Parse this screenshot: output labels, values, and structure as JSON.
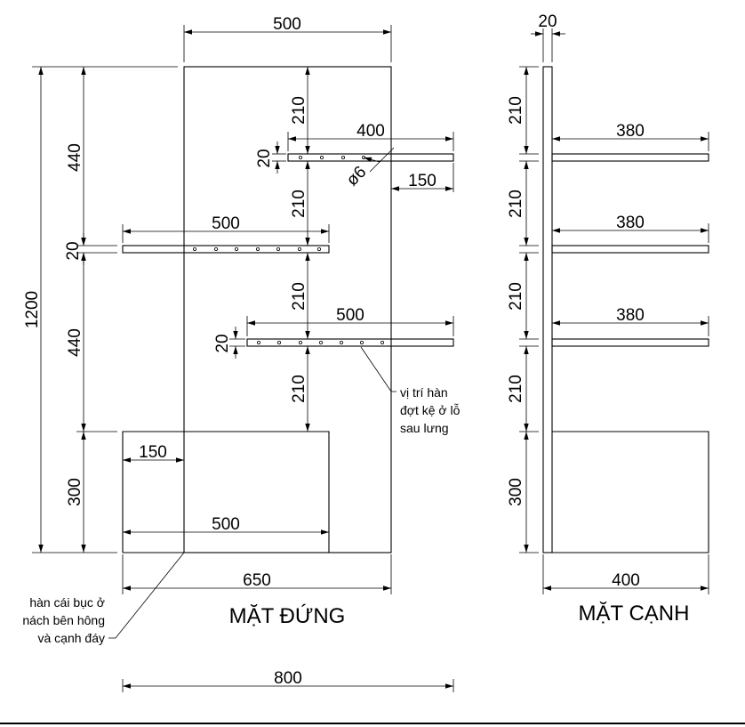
{
  "dimensions": {
    "top_width": "500",
    "total_height": "1200",
    "upper_gap": "440",
    "shelf_thickness": "20",
    "lower_gap": "440",
    "base_height": "300",
    "shelf_spacing_1": "210",
    "shelf_spacing_2": "210",
    "shelf_spacing_3": "210",
    "shelf_spacing_4": "210",
    "top_shelf_length": "400",
    "top_shelf_thickness": "20",
    "hole_diameter": "ø6",
    "top_shelf_overhang": "150",
    "middle_shelf_length": "500",
    "lower_shelf_length": "500",
    "lower_shelf_thickness": "20",
    "base_offset": "150",
    "base_length": "500",
    "front_total_width": "650",
    "overall_width": "800",
    "side_panel_thickness": "20",
    "side_spacing_1": "210",
    "side_spacing_2": "210",
    "side_spacing_3": "210",
    "side_spacing_4": "210",
    "side_base_height": "300",
    "side_shelf_1": "380",
    "side_shelf_2": "380",
    "side_shelf_3": "380",
    "side_depth": "400"
  },
  "notes": {
    "weld_shelf": [
      "vị trí hàn",
      "đợt kệ ở lỗ",
      "sau lưng"
    ],
    "weld_base": [
      "hàn cái bục ở",
      "nách bên hông",
      "và cạnh đáy"
    ]
  },
  "views": {
    "front": "MẶT ĐỨNG",
    "side": "MẶT CẠNH"
  }
}
